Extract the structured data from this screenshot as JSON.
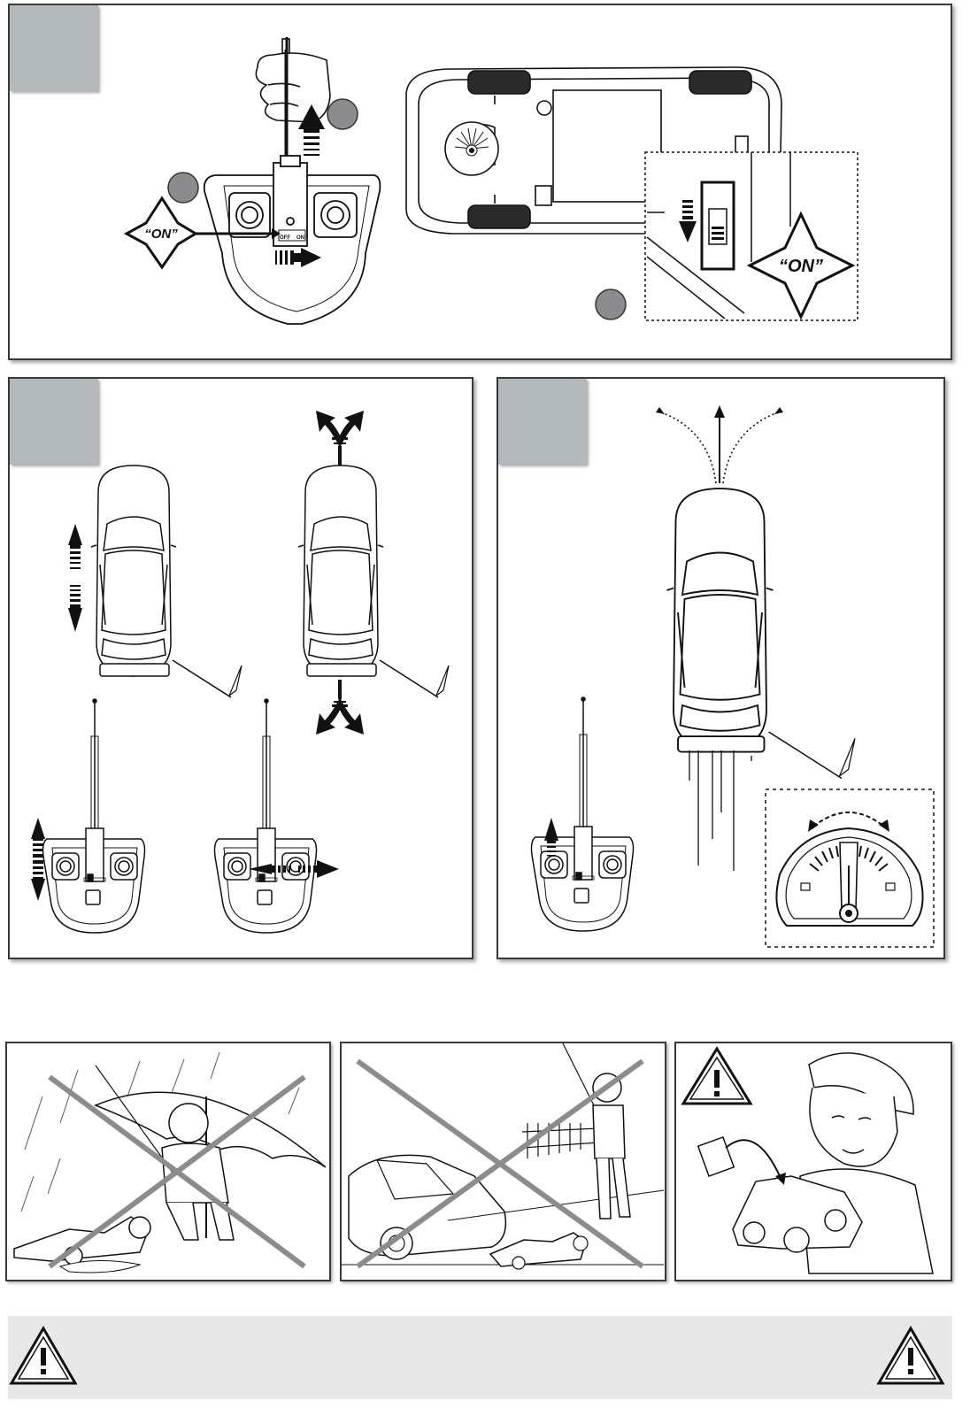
{
  "callouts": {
    "on_label_left": "“ON”",
    "on_label_right": "“ON”"
  },
  "remote": {
    "switch_off": "OFF",
    "switch_on": "ON"
  },
  "icons": {
    "warning": "warning-triangle-icon",
    "prohibited": "cross-out-icon"
  },
  "colors": {
    "step_tab": "#b4b9bc",
    "marker": "#8a8c8e",
    "cross": "#8c8c8c",
    "warn_bar": "#e8e8e8"
  }
}
